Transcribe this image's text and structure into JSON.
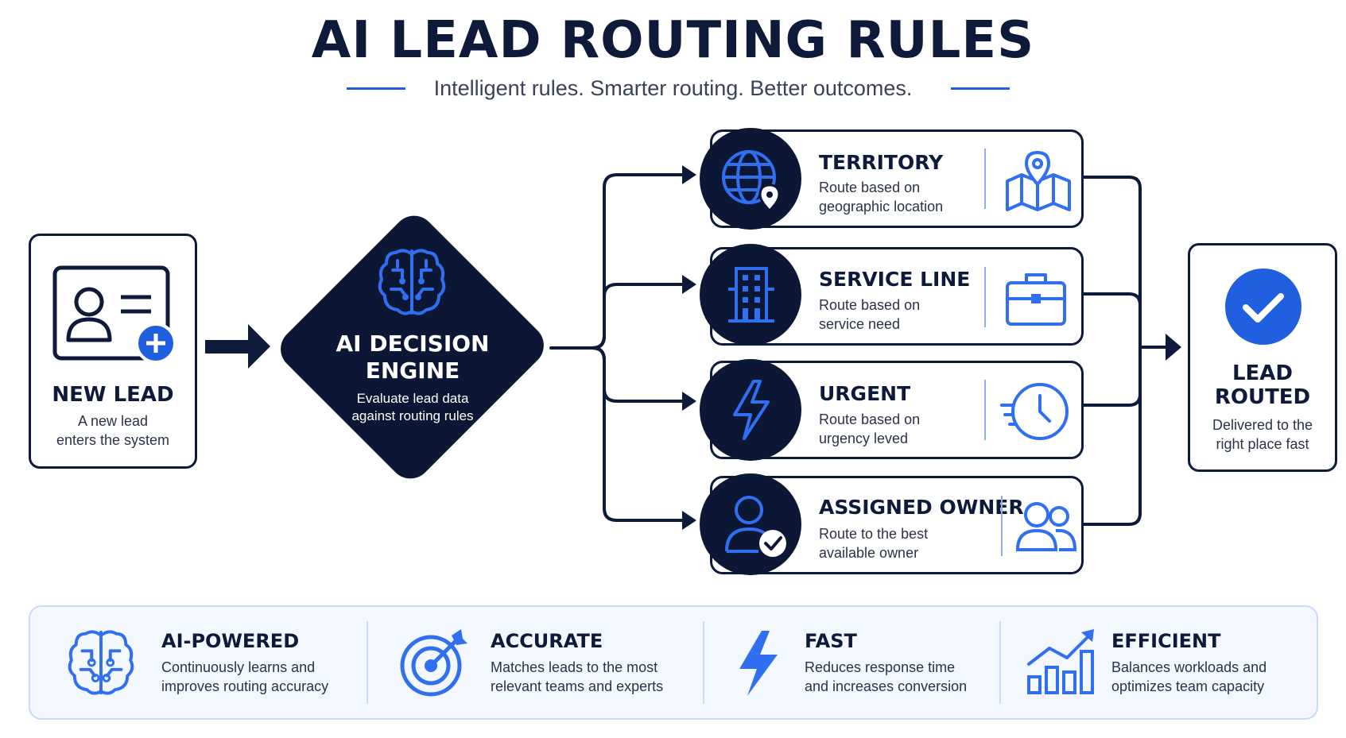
{
  "header": {
    "title": "AI LEAD ROUTING RULES",
    "subtitle": "Intelligent rules. Smarter routing. Better outcomes."
  },
  "new_lead": {
    "title": "NEW LEAD",
    "desc_line1": "A new lead",
    "desc_line2": "enters the system",
    "icon": "contact-card-add-icon"
  },
  "engine": {
    "title_line1": "AI DECISION",
    "title_line2": "ENGINE",
    "desc_line1": "Evaluate lead data",
    "desc_line2": "against routing rules",
    "icon": "brain-circuit-icon"
  },
  "rules": [
    {
      "title": "TERRITORY",
      "desc_line1": "Route based on",
      "desc_line2": "geographic location",
      "icon": "globe-pin-icon",
      "side_icon": "map-pin-icon"
    },
    {
      "title": "SERVICE LINE",
      "desc_line1": "Route based on",
      "desc_line2": "service need",
      "icon": "building-icon",
      "side_icon": "briefcase-icon"
    },
    {
      "title": "URGENT",
      "desc_line1": "Route based on",
      "desc_line2": "urgency leved",
      "icon": "lightning-icon",
      "side_icon": "fast-clock-icon"
    },
    {
      "title": "ASSIGNED OWNER",
      "desc_line1": "Route to the best",
      "desc_line2": "available owner",
      "icon": "user-check-icon",
      "side_icon": "users-icon"
    }
  ],
  "routed": {
    "title_line1": "LEAD",
    "title_line2": "ROUTED",
    "desc_line1": "Delivered to the",
    "desc_line2": "right place fast",
    "icon": "check-circle-icon"
  },
  "benefits": [
    {
      "title": "AI-POWERED",
      "desc_line1": "Continuously learns and",
      "desc_line2": "improves routing accuracy",
      "icon": "brain-circuit-icon"
    },
    {
      "title": "ACCURATE",
      "desc_line1": "Matches leads to the most",
      "desc_line2": "relevant teams and experts",
      "icon": "target-icon"
    },
    {
      "title": "FAST",
      "desc_line1": "Reduces response time",
      "desc_line2": "and increases conversion",
      "icon": "lightning-icon"
    },
    {
      "title": "EFFICIENT",
      "desc_line1": "Balances workloads and",
      "desc_line2": "optimizes team capacity",
      "icon": "growth-chart-icon"
    }
  ],
  "colors": {
    "navy": "#0c1735",
    "accent_blue": "#1f5fe0",
    "benefit_bg": "#f3f7fe"
  }
}
